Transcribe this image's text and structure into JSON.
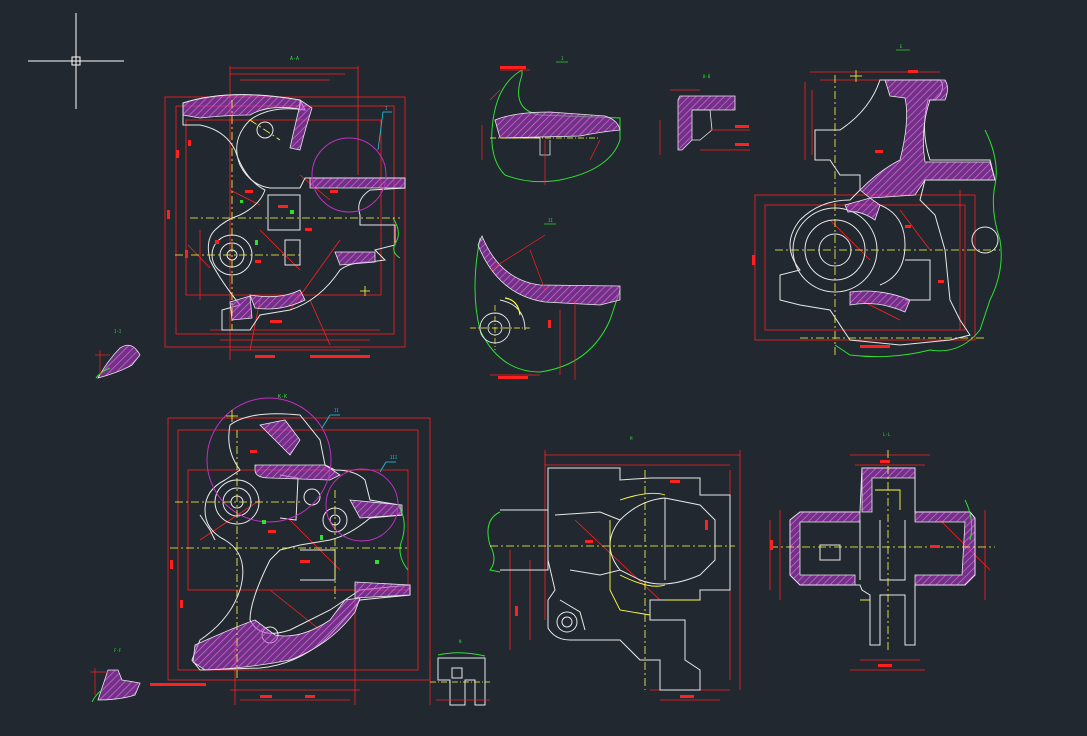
{
  "colors": {
    "background": "#212830",
    "outline": "#e8e8e8",
    "dimension": "#ff2020",
    "hatch": "#b03cc8",
    "centerline": "#ffff40",
    "break_line": "#30e030",
    "detail_circle": "#c030c0",
    "leader": "#20c8e8",
    "crosshair": "#ffffff"
  },
  "crosshair": {
    "name": "cursor-crosshair"
  },
  "views": [
    {
      "id": "view-a-a",
      "title": "A-A"
    },
    {
      "id": "view-section-small-top",
      "title": "I"
    },
    {
      "id": "view-b",
      "title": "B-B"
    },
    {
      "id": "view-section-right-top",
      "title": "E"
    },
    {
      "id": "view-section-mid",
      "title": "II"
    },
    {
      "id": "view-detail-left-small",
      "title": "I-I"
    },
    {
      "id": "view-k-k",
      "title": "K-K"
    },
    {
      "id": "view-front-lower",
      "title": "M"
    },
    {
      "id": "view-right-lower",
      "title": "L-L"
    },
    {
      "id": "view-detail-lower-left",
      "title": "F-F"
    },
    {
      "id": "view-tiny-bottom",
      "title": "N"
    }
  ],
  "callouts": {
    "leader_1": "I",
    "leader_2": "II",
    "leader_3": "III"
  },
  "notes": {
    "note_1": "",
    "note_2": ""
  }
}
